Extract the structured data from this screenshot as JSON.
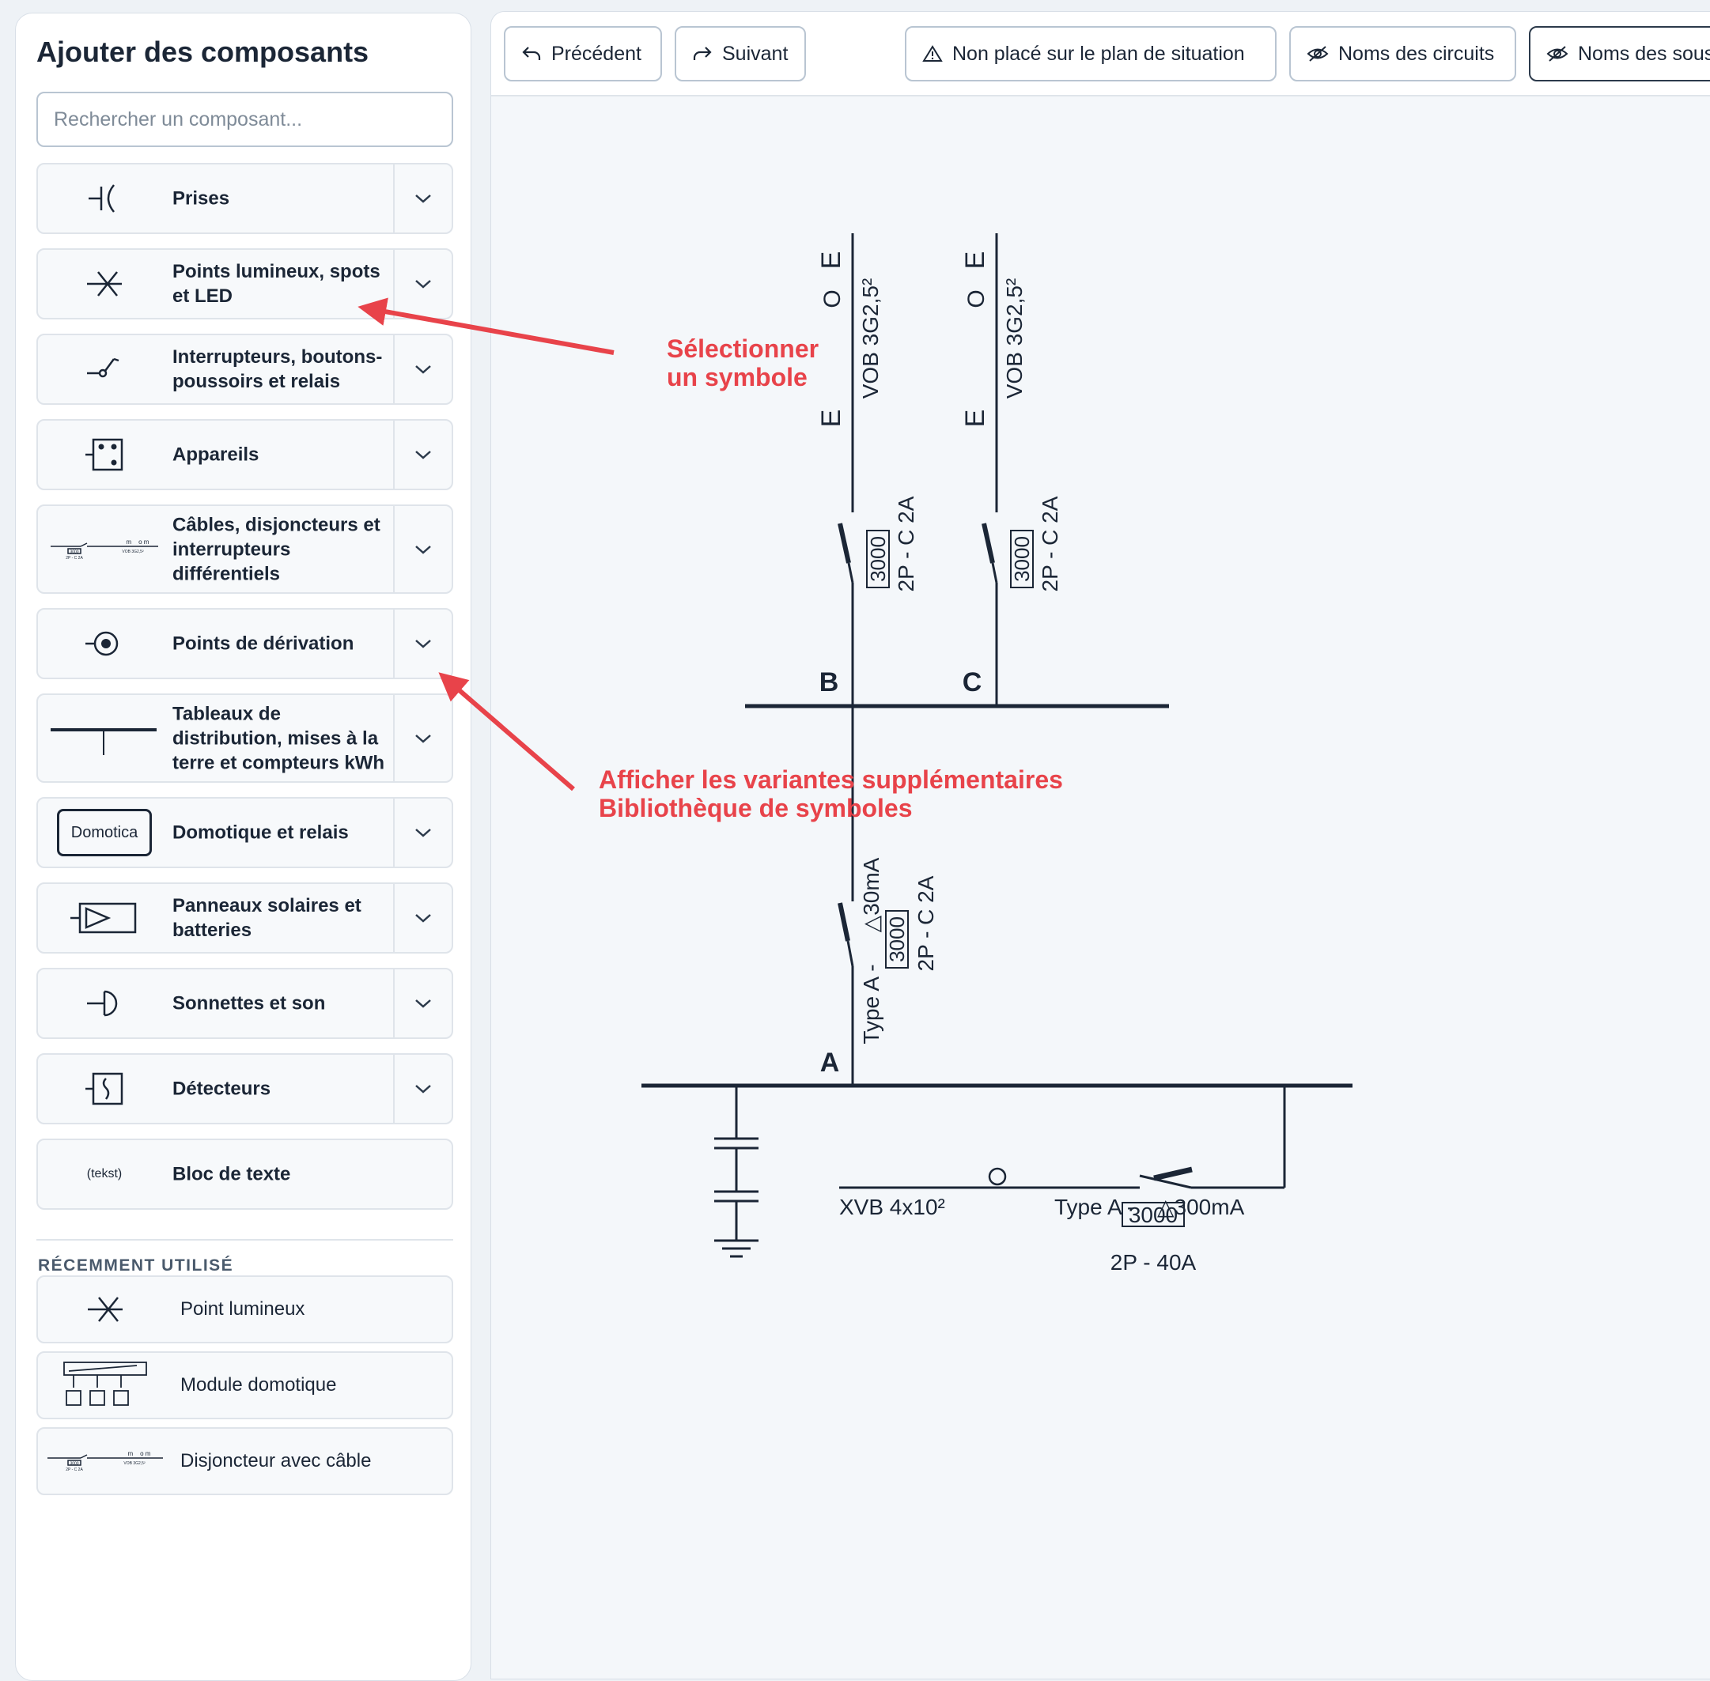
{
  "sidebar": {
    "title": "Ajouter des composants",
    "search_placeholder": "Rechercher un composant...",
    "categories": [
      {
        "label": "Prises",
        "icon": "socket-icon"
      },
      {
        "label": "Points lumineux, spots et LED",
        "icon": "light-point-icon"
      },
      {
        "label": "Interrupteurs, boutons-poussoirs et relais",
        "icon": "switch-icon"
      },
      {
        "label": "Appareils",
        "icon": "appliance-icon"
      },
      {
        "label": "Câbles, disjoncteurs et interrupteurs différentiels",
        "icon": "cable-breaker-icon"
      },
      {
        "label": "Points de dérivation",
        "icon": "junction-point-icon"
      },
      {
        "label": "Tableaux de distribution, mises à la terre et compteurs kWh",
        "icon": "distribution-board-icon"
      },
      {
        "label": "Domotique et relais",
        "icon": "domotica-icon"
      },
      {
        "label": "Panneaux solaires et batteries",
        "icon": "solar-panel-icon"
      },
      {
        "label": "Sonnettes et son",
        "icon": "doorbell-icon"
      },
      {
        "label": "Détecteurs",
        "icon": "detector-icon"
      },
      {
        "label": "Bloc de texte",
        "icon": "text-block-icon"
      }
    ],
    "domotica_icon_text": "Domotica",
    "text_block_icon_text": "(tekst)",
    "breaker_icon_texts": {
      "box": "3000",
      "rating": "2P - C 2A",
      "cable": "VOB 3G2,5²",
      "marks": "m    o m"
    },
    "recent_header": "RÉCEMMENT UTILISÉ",
    "recent": [
      {
        "label": "Point lumineux",
        "icon": "light-point-icon"
      },
      {
        "label": "Module domotique",
        "icon": "home-automation-module-icon"
      },
      {
        "label": "Disjoncteur avec câble",
        "icon": "breaker-with-cable-icon"
      }
    ]
  },
  "toolbar": {
    "previous": "Précédent",
    "next": "Suivant",
    "not_placed": "Non placé sur le plan de situation",
    "circuit_names": "Noms des circuits",
    "sub_names": "Noms des sous"
  },
  "diagram": {
    "circuit_b": {
      "cable": "VOB 3G2,5²",
      "box": "3000",
      "rating": "2P - C 2A",
      "label": "B",
      "sym_e1": "E",
      "sym_o": "O",
      "sym_e2": "E"
    },
    "circuit_c": {
      "cable": "VOB 3G2,5²",
      "box": "3000",
      "rating": "2P - C 2A",
      "label": "C",
      "sym_e1": "E",
      "sym_o": "O",
      "sym_e2": "E"
    },
    "rcd_a": {
      "type": "Type A -",
      "sensitivity": "△30mA",
      "box": "3000",
      "rating": "2P - C 2A",
      "label": "A"
    },
    "main": {
      "cable": "XVB 4x10²",
      "type": "Type A -",
      "sensitivity": "△300mA",
      "box": "3000",
      "rating": "2P - 40A"
    },
    "annotations": {
      "select_line1": "Sélectionner",
      "select_line2": "un symbole",
      "variants_line1": "Afficher les variantes supplémentaires",
      "variants_line2": "Bibliothèque de symboles"
    }
  },
  "colors": {
    "annotation": "#e8434a",
    "ink": "#1b2636",
    "border": "#b9c5d2"
  }
}
